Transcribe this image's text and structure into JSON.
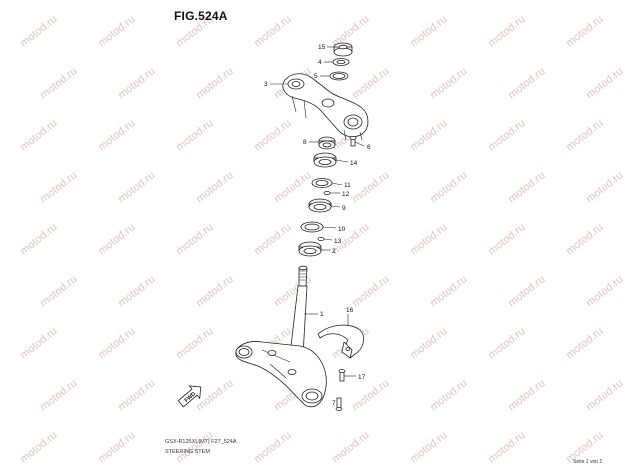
{
  "figure": {
    "title": "FIG.524A"
  },
  "footer": {
    "model_code": "GSX-R125XL(M7) F27_524A",
    "caption": "STEERING STEM",
    "page": "Seite 1 von 2"
  },
  "watermark": {
    "text": "motod.ru"
  },
  "arrow": {
    "label": "FWD"
  },
  "parts": [
    {
      "num": "15"
    },
    {
      "num": "4"
    },
    {
      "num": "5"
    },
    {
      "num": "3"
    },
    {
      "num": "8"
    },
    {
      "num": "6"
    },
    {
      "num": "14"
    },
    {
      "num": "11"
    },
    {
      "num": "12"
    },
    {
      "num": "9"
    },
    {
      "num": "10"
    },
    {
      "num": "13"
    },
    {
      "num": "2"
    },
    {
      "num": "1"
    },
    {
      "num": "16"
    },
    {
      "num": "17"
    },
    {
      "num": "7"
    }
  ]
}
